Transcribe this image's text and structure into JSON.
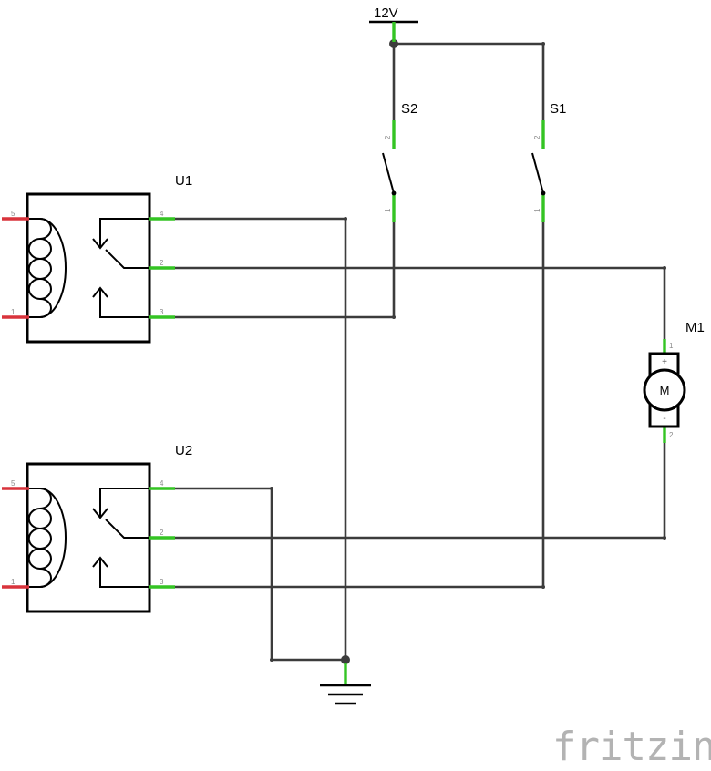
{
  "power": {
    "label": "12V"
  },
  "ground": {
    "icon": "ground-icon"
  },
  "switches": [
    {
      "ref": "S2",
      "pins": [
        "2",
        "1"
      ]
    },
    {
      "ref": "S1",
      "pins": [
        "2",
        "1"
      ]
    }
  ],
  "relays": [
    {
      "ref": "U1",
      "coil_pins": [
        "5",
        "1"
      ],
      "contact_pins": [
        "4",
        "2",
        "3"
      ]
    },
    {
      "ref": "U2",
      "coil_pins": [
        "5",
        "1"
      ],
      "contact_pins": [
        "4",
        "2",
        "3"
      ]
    }
  ],
  "motor": {
    "ref": "M1",
    "symbol": "M",
    "plus": "+",
    "minus": "-",
    "pins": [
      "1",
      "2"
    ]
  },
  "branding": {
    "logo": "fritzing"
  },
  "colors": {
    "wire": "#3c3c3c",
    "pin": "#34c423",
    "coil_pin": "#d9333c"
  }
}
